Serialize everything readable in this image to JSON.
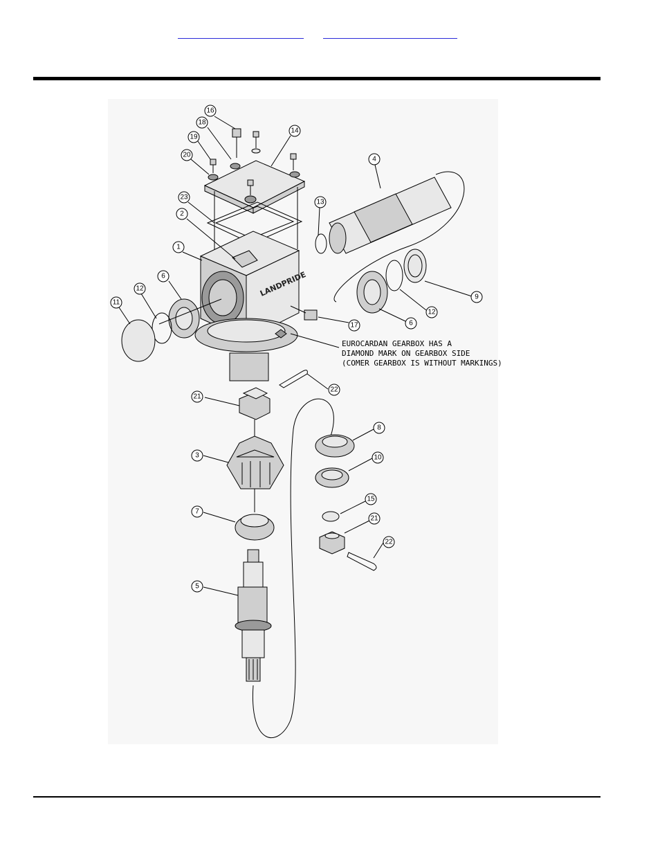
{
  "header": {
    "links": [
      "",
      ""
    ]
  },
  "diagram": {
    "brand_text": "LANDPRIDE",
    "note_lines": [
      "EUROCARDAN GEARBOX HAS A",
      "DIAMOND MARK ON GEARBOX SIDE",
      "(COMER GEARBOX IS WITHOUT MARKINGS)"
    ],
    "callouts": [
      "16",
      "18",
      "19",
      "20",
      "14",
      "23",
      "2",
      "1",
      "6",
      "12",
      "11",
      "4",
      "13",
      "9",
      "12",
      "6",
      "17",
      "22",
      "21",
      "8",
      "3",
      "10",
      "15",
      "21",
      "7",
      "22",
      "5"
    ]
  }
}
